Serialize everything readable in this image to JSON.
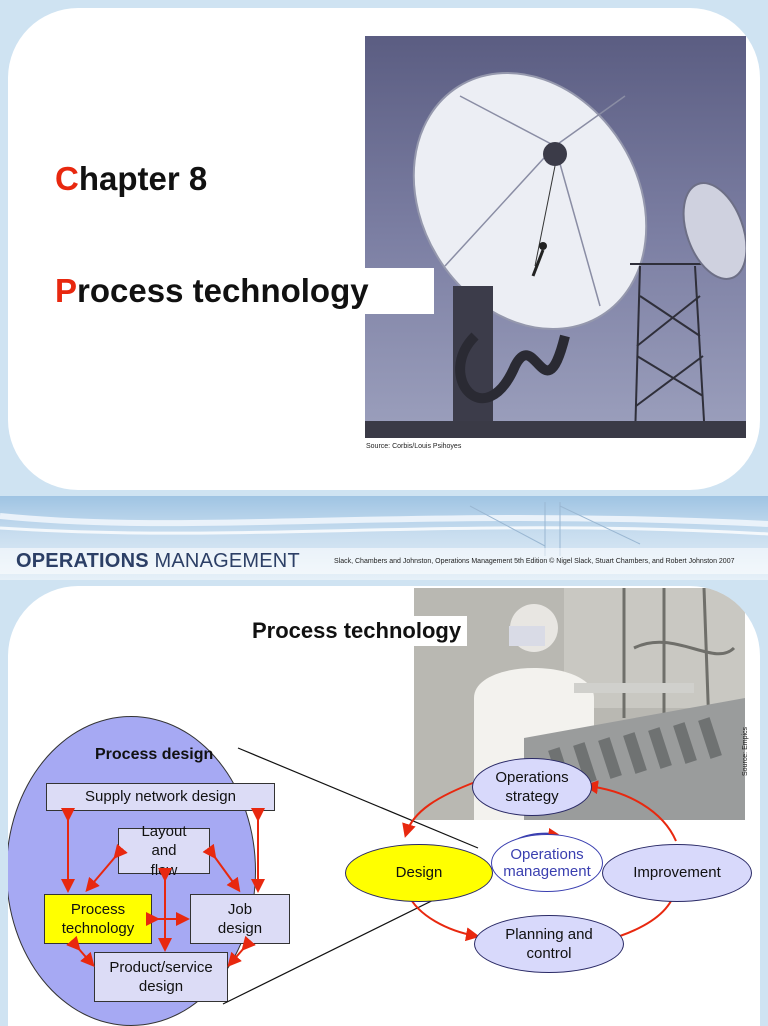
{
  "slide1": {
    "title_initial": "C",
    "title_rest": "hapter 8",
    "subtitle_initial": "P",
    "subtitle_rest": "rocess technology",
    "photo_caption": "Source: Corbis/Louis Psihoyes"
  },
  "banner": {
    "logo_bold": "OPERATIONS",
    "logo_light": " MANAGEMENT",
    "credit": "Slack, Chambers and Johnston, Operations Management 5th Edition © Nigel Slack, Stuart Chambers, and Robert Johnston 2007"
  },
  "slide2": {
    "title": "Process technology",
    "photo_caption": "Source: Empics",
    "process_design": {
      "heading": "Process design",
      "supply_network": "Supply network design",
      "layout_flow": "Layout and flow",
      "process_technology": "Process technology",
      "job_design": "Job design",
      "product_service": "Product/service design"
    },
    "cycle": {
      "strategy": "Operations strategy",
      "design": "Design",
      "management": "Operations management",
      "improvement": "Improvement",
      "planning": "Planning and control"
    }
  },
  "colors": {
    "accent_red": "#e8280f",
    "highlight_yellow": "#ffff00",
    "circle_fill": "#a6a9f3",
    "node_fill": "#dcdcf6"
  }
}
